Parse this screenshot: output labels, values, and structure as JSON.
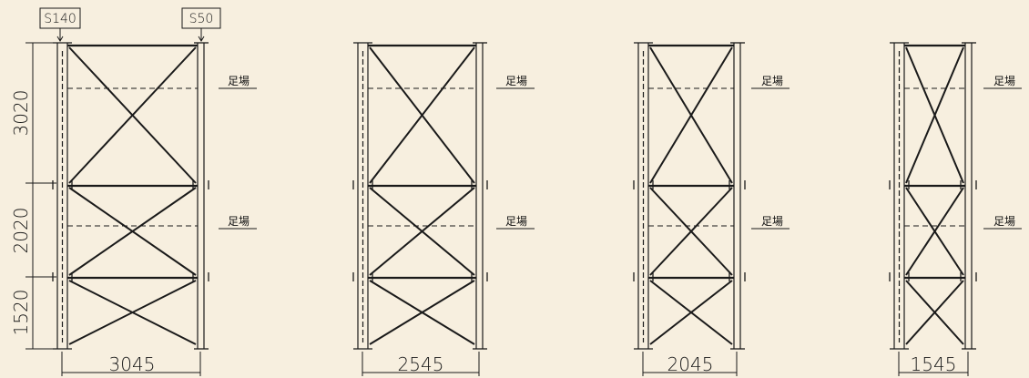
{
  "tags": {
    "left_column": "S140",
    "right_column": "S50"
  },
  "heights": [
    "3020",
    "2020",
    "1520"
  ],
  "platform_label": "足場",
  "frames": [
    {
      "width_label": "3045"
    },
    {
      "width_label": "2545"
    },
    {
      "width_label": "2045"
    },
    {
      "width_label": "1545"
    }
  ]
}
